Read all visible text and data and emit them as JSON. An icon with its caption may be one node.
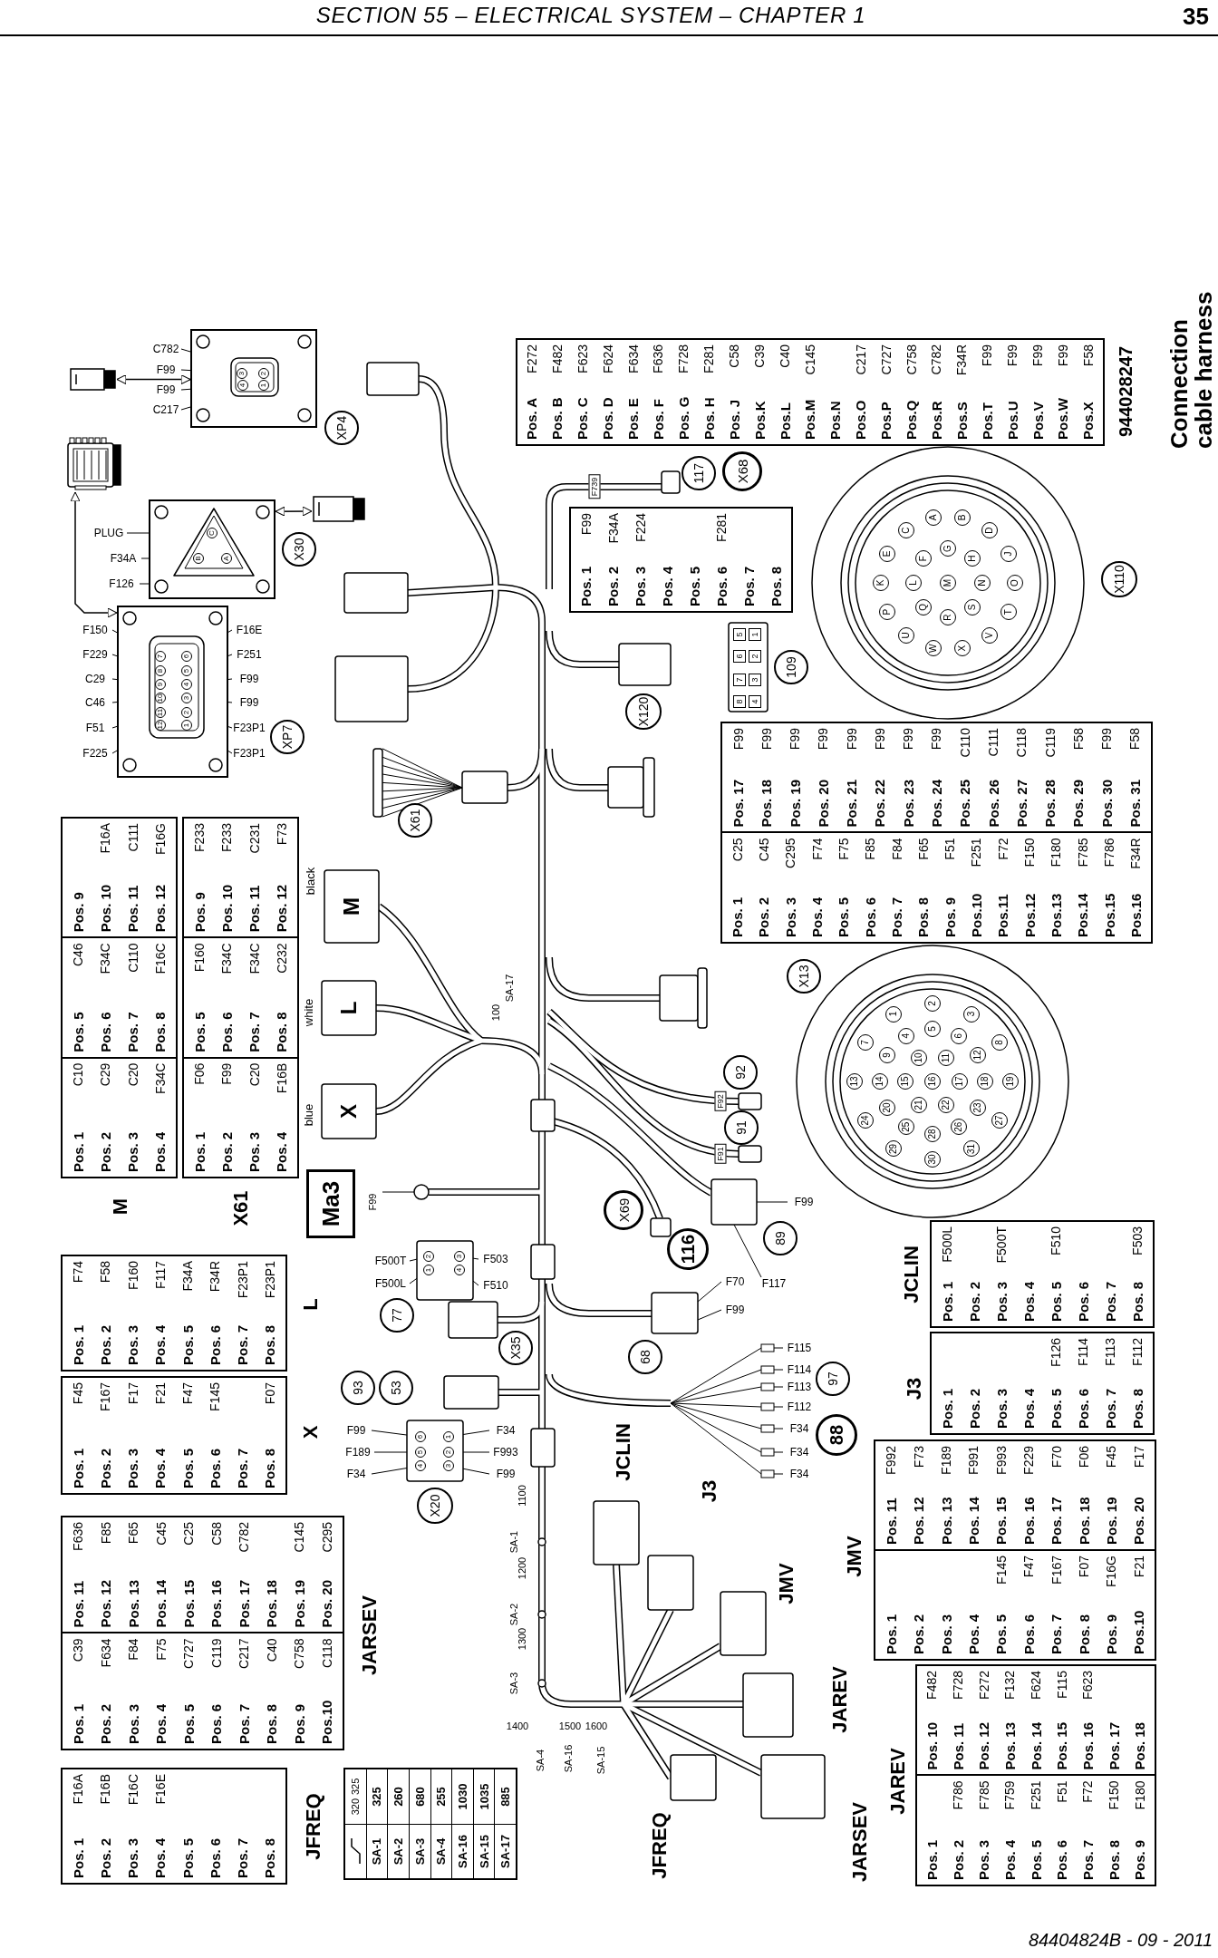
{
  "diagram": {
    "title": "SECTION 55 – ELECTRICAL SYSTEM – CHAPTER 1",
    "nodes": [
      {
        "text": [],
        "shape": "picture"
      },
      {
        "text": [],
        "shape": "picture"
      },
      {
        "text": [],
        "shape": "picture"
      },
      {
        "text": [],
        "shape": "picture"
      },
      {
        "text": [],
        "shape": "picture"
      },
      {
        "text": [],
        "shape": "picture"
      },
      {
        "text": [
          "XP4"
        ]
      },
      {
        "text": [
          "X30"
        ]
      },
      {
        "text": [
          "XP7"
        ]
      },
      {
        "text": [
          "X61"
        ]
      },
      {
        "text": [
          "117"
        ]
      },
      {
        "text": [
          "X68"
        ]
      },
      {
        "text": [
          "X120"
        ]
      },
      {
        "text": [
          "109"
        ]
      },
      {
        "text": [
          "X110"
        ]
      },
      {
        "text": [
          "X13"
        ]
      },
      {
        "text": [
          "92"
        ]
      },
      {
        "text": [
          "91"
        ]
      },
      {
        "text": [
          "X69"
        ]
      },
      {
        "text": [
          "116"
        ]
      },
      {
        "text": [
          "89"
        ]
      },
      {
        "text": [
          "68"
        ]
      },
      {
        "text": [
          "97"
        ]
      },
      {
        "text": [
          "88"
        ]
      },
      {
        "text": [
          "X35"
        ]
      },
      {
        "text": [
          "77"
        ]
      },
      {
        "text": [
          "93"
        ]
      },
      {
        "text": [
          "53"
        ]
      },
      {
        "text": [
          "X20"
        ]
      },
      {
        "text": [
          "Ma3"
        ]
      }
    ],
    "edges": [
      {
        "from": 0,
        "to": 1,
        "arrow": "both"
      },
      {
        "from": 3,
        "to": 4,
        "arrow": "both"
      },
      {
        "from": 2,
        "to": 5,
        "arrow": "both"
      }
    ],
    "labels": [
      "35",
      "84404824B - 09 - 2011",
      "Pos. 1",
      "F16A",
      "Pos. 2",
      "F16B",
      "Pos. 3",
      "F16C",
      "Pos. 4",
      "F16E",
      "Pos. 5",
      "Pos. 6",
      "Pos. 7",
      "Pos. 8",
      "Pos. 1",
      "C39",
      "Pos. 2",
      "F634",
      "Pos. 3",
      "F84",
      "Pos. 4",
      "F75",
      "Pos. 5",
      "C727",
      "Pos. 6",
      "C119",
      "Pos. 7",
      "C217",
      "Pos. 8",
      "C40",
      "Pos. 9",
      "C758",
      "Pos.10",
      "C118",
      "Pos. 11",
      "F636",
      "Pos. 12",
      "F85",
      "Pos. 13",
      "F65",
      "Pos. 14",
      "C45",
      "Pos. 15",
      "C25",
      "Pos. 16",
      "C58",
      "Pos. 17",
      "C782",
      "Pos. 18",
      "Pos. 19",
      "C145",
      "Pos. 20",
      "C295",
      "Pos. 1",
      "F45",
      "Pos. 2",
      "F167",
      "Pos. 3",
      "F17",
      "Pos. 4",
      "F21",
      "Pos. 5",
      "F47",
      "Pos. 6",
      "F145",
      "Pos. 7",
      "Pos. 8",
      "F07",
      "Pos. 1",
      "F74",
      "Pos. 2",
      "F58",
      "Pos. 3",
      "F160",
      "Pos. 4",
      "F117",
      "Pos. 5",
      "F34A",
      "Pos. 6",
      "F34R",
      "Pos. 7",
      "F23P1",
      "Pos. 8",
      "F23P1",
      "Pos. 1",
      "C10",
      "Pos. 2",
      "C29",
      "Pos. 3",
      "C20",
      "Pos. 4",
      "F34C",
      "Pos. 5",
      "C46",
      "Pos. 6",
      "F34C",
      "Pos. 7",
      "C110",
      "Pos. 8",
      "F16C",
      "Pos. 9",
      "Pos. 10",
      "F16A",
      "Pos. 11",
      "C111",
      "Pos. 12",
      "F16G",
      "Pos. 1",
      "F06",
      "Pos. 2",
      "F99",
      "Pos. 3",
      "C20",
      "Pos. 4",
      "F16B",
      "Pos. 5",
      "F160",
      "Pos. 6",
      "F34C",
      "Pos. 7",
      "F34C",
      "Pos. 8",
      "C232",
      "Pos. 9",
      "F233",
      "Pos. 10",
      "F233",
      "Pos. 11",
      "C231",
      "Pos. 12",
      "F73",
      "Pos. 1",
      "C25",
      "Pos. 2",
      "C45",
      "Pos. 3",
      "C295",
      "Pos. 4",
      "F74",
      "Pos. 5",
      "F75",
      "Pos. 6",
      "F85",
      "Pos. 7",
      "F84",
      "Pos. 8",
      "F65",
      "Pos. 9",
      "F51",
      "Pos.10",
      "F251",
      "Pos.11",
      "F72",
      "Pos.12",
      "F150",
      "Pos.13",
      "F180",
      "Pos.14",
      "F785",
      "Pos.15",
      "F786",
      "Pos.16",
      "F34R",
      "Pos. 17",
      "F99",
      "Pos. 18",
      "F99",
      "Pos. 19",
      "F99",
      "Pos. 20",
      "F99",
      "Pos. 21",
      "F99",
      "Pos. 22",
      "F99",
      "Pos. 23",
      "F99",
      "Pos. 24",
      "F99",
      "Pos. 25",
      "C110",
      "Pos. 26",
      "C111",
      "Pos. 27",
      "C118",
      "Pos. 28",
      "C119",
      "Pos. 29",
      "F58",
      "Pos. 30",
      "F99",
      "Pos. 31",
      "F58",
      "Pos. 1",
      "F99",
      "Pos. 2",
      "F34A",
      "Pos. 3",
      "F224",
      "Pos. 4",
      "Pos. 5",
      "Pos. 6",
      "F281",
      "Pos. 7",
      "Pos. 8",
      "Pos. A",
      "F272",
      "Pos. B",
      "F482",
      "Pos. C",
      "F623",
      "Pos. D",
      "F624",
      "Pos. E",
      "F634",
      "Pos. F",
      "F636",
      "Pos. G",
      "F728",
      "Pos. H",
      "F281",
      "Pos. J",
      "C58",
      "Pos.K",
      "C39",
      "Pos.L",
      "C40",
      "Pos.M",
      "C145",
      "Pos.N",
      "Pos.O",
      "C217",
      "Pos.P",
      "C727",
      "Pos.Q",
      "C758",
      "Pos.R",
      "C782",
      "Pos.S",
      "F34R",
      "Pos.T",
      "F99",
      "Pos.U",
      "F99",
      "Pos.V",
      "F99",
      "Pos.W",
      "F99",
      "Pos.X",
      "F58",
      "Pos. 1",
      "Pos. 2",
      "Pos. 3",
      "Pos. 4",
      "Pos. 5",
      "F145",
      "Pos. 6",
      "F47",
      "Pos. 7",
      "F167",
      "Pos. 8",
      "F07",
      "Pos. 9",
      "F16G",
      "Pos.10",
      "F21",
      "Pos. 11",
      "F992",
      "Pos. 12",
      "F73",
      "Pos. 13",
      "F189",
      "Pos. 14",
      "F991",
      "Pos. 15",
      "F993",
      "Pos. 16",
      "F229",
      "Pos. 17",
      "F70",
      "Pos. 18",
      "F06",
      "Pos. 19",
      "F45",
      "Pos. 20",
      "F17",
      "Pos. 1",
      "Pos. 2",
      "F786",
      "Pos. 3",
      "F785",
      "Pos. 4",
      "F759",
      "Pos. 5",
      "F251",
      "Pos. 6",
      "F51",
      "Pos. 7",
      "F72",
      "Pos. 8",
      "F150",
      "Pos. 9",
      "F180",
      "Pos. 10",
      "F482",
      "Pos. 11",
      "F728",
      "Pos. 12",
      "F272",
      "Pos. 13",
      "F132",
      "Pos. 14",
      "F624",
      "Pos. 15",
      "F115",
      "Pos. 16",
      "F623",
      "Pos. 17",
      "Pos. 18",
      "Pos. 1",
      "Pos. 2",
      "Pos. 3",
      "Pos. 4",
      "Pos. 5",
      "F126",
      "Pos. 6",
      "F114",
      "Pos. 7",
      "F113",
      "Pos. 8",
      "F112",
      "Pos. 1",
      "F500L",
      "Pos. 2",
      "Pos. 3",
      "F500T",
      "Pos. 4",
      "Pos. 5",
      "F510",
      "Pos. 6",
      "Pos. 7",
      "Pos. 8",
      "F503",
      "320",
      "325",
      "SA-1",
      "325",
      "SA-2",
      "260",
      "SA-3",
      "680",
      "SA-4",
      "255",
      "SA-16",
      "1030",
      "SA-15",
      "1035",
      "SA-17",
      "885",
      "JFREQ",
      "JARSEV",
      "X",
      "L",
      "M",
      "X61",
      "JMV",
      "JAREV",
      "J3",
      "JCLIN",
      "944028247",
      "Connection cable harness",
      "C782",
      "F99",
      "F99",
      "C217",
      "PLUG",
      "F34A",
      "F126",
      "F150",
      "F229",
      "C29",
      "C46",
      "F51",
      "F225",
      "F16E",
      "F251",
      "F99",
      "F99",
      "F23P1",
      "F23P1",
      "F99",
      "F189",
      "F34",
      "F34",
      "F993",
      "F99",
      "F500T",
      "F500L",
      "F503",
      "F510",
      "F739",
      "F92",
      "F91",
      "F99",
      "F99",
      "F70",
      "F117",
      "F99",
      "F115",
      "F114",
      "F113",
      "F112",
      "F34",
      "F34",
      "F34",
      "SA-17",
      "100",
      "1100",
      "SA-1",
      "1200",
      "SA-2",
      "1300",
      "SA-3",
      "1400",
      "SA-4",
      "1500",
      "SA-16",
      "1600",
      "SA-15",
      "black",
      "white",
      "blue",
      "M",
      "L",
      "X",
      "JCLIN",
      "J3",
      "JMV",
      "JAREV",
      "JFREQ",
      "JARSEV",
      "3",
      "2",
      "4",
      "1",
      "C",
      "B",
      "A",
      "7",
      "6",
      "8",
      "5",
      "9",
      "4",
      "10",
      "3",
      "11",
      "2",
      "12",
      "1",
      "6",
      "1",
      "5",
      "2",
      "4",
      "3",
      "2",
      "3",
      "1",
      "4",
      "5",
      "1",
      "6",
      "2",
      "7",
      "3",
      "8",
      "4",
      "A",
      "B",
      "C",
      "D",
      "E",
      "F",
      "G",
      "H",
      "J",
      "K",
      "L",
      "M",
      "N",
      "O",
      "P",
      "Q",
      "R",
      "S",
      "T",
      "U",
      "V",
      "W",
      "X",
      "1",
      "2",
      "3",
      "4",
      "5",
      "6",
      "7",
      "8",
      "9",
      "10",
      "11",
      "12",
      "13",
      "14",
      "15",
      "16",
      "17",
      "18",
      "19",
      "20",
      "21",
      "22",
      "23",
      "24",
      "25",
      "26",
      "27",
      "28",
      "29",
      "30",
      "31"
    ]
  }
}
